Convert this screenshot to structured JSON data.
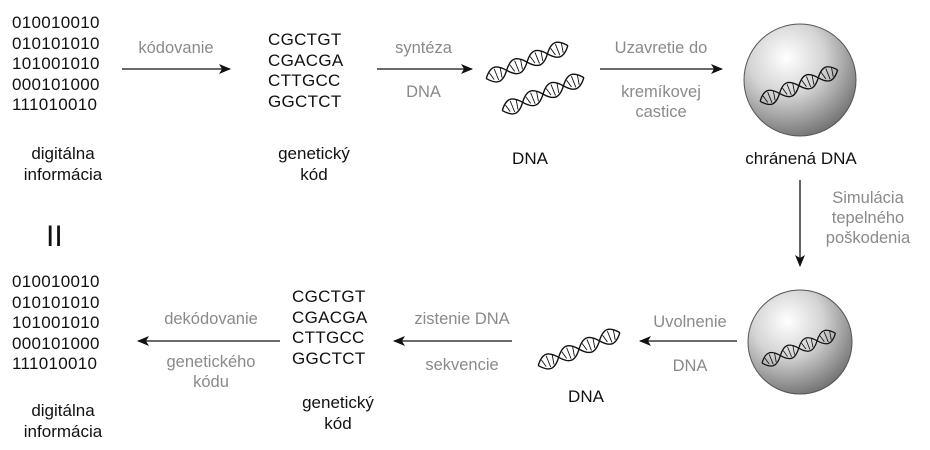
{
  "top": {
    "binary": [
      "010010010",
      "010101010",
      "101001010",
      "000101000",
      "111010010"
    ],
    "binary_label": [
      "digitálna",
      "informácia"
    ],
    "arrow1": [
      "kódovanie"
    ],
    "code": [
      "CGCTGT",
      "CGACGA",
      "CTTGCC",
      "GGCTCT"
    ],
    "code_label": [
      "genetický",
      "kód"
    ],
    "arrow2": [
      "syntéza",
      "DNA"
    ],
    "dna_label": "DNA",
    "arrow3": [
      "Uzavretie do",
      "kremíkovej",
      "castice"
    ],
    "sphere_label": "chránená DNA"
  },
  "side_arrow": [
    "Simulácia",
    "tepelného",
    "poškodenia"
  ],
  "equals_symbol": "II",
  "bottom": {
    "binary": [
      "010010010",
      "010101010",
      "101001010",
      "000101000",
      "111010010"
    ],
    "binary_label": [
      "digitálna",
      "informácia"
    ],
    "arrow1": [
      "dekódovanie",
      "genetického",
      "kódu"
    ],
    "code": [
      "CGCTGT",
      "CGACGA",
      "CTTGCC",
      "GGCTCT"
    ],
    "code_label": [
      "genetický",
      "kód"
    ],
    "arrow2": [
      "zistenie DNA",
      "sekvencie"
    ],
    "dna_label": "DNA",
    "arrow3": [
      "Uvolnenie",
      "DNA"
    ]
  },
  "colors": {
    "text": "#111111",
    "arrow_label": "#8a8a8a",
    "sphere_dark": "#7a7a7a",
    "sphere_light": "#f2f2f2"
  }
}
